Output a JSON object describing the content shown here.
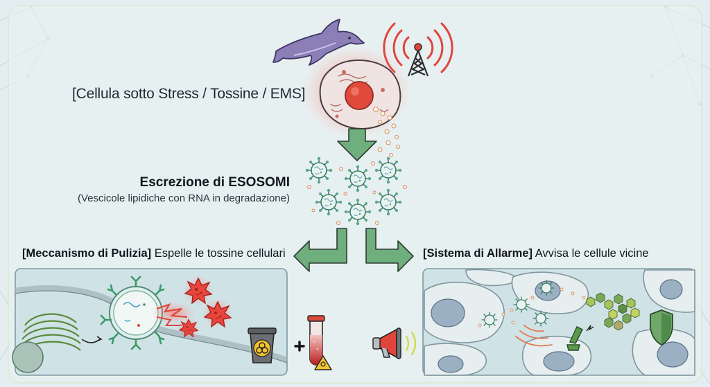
{
  "top": {
    "stress_label": "[Cellula sotto Stress / Tossine / EMS]",
    "icons": [
      "dolphin-icon",
      "radio-tower-icon",
      "stressed-cell-icon"
    ]
  },
  "exosomes": {
    "title": "Escrezione di ESOSOMI",
    "subtitle": "(Vescicole lipidiche con RNA in degradazione)"
  },
  "left_branch": {
    "tag": "[Meccanismo di Pulizia]",
    "text": "Espelle le tossine cellulari",
    "icons": [
      "golgi-icon",
      "exosome-receptor-icon",
      "toxin-icon",
      "biohazard-bin-icon",
      "plus-icon",
      "blood-test-tube-icon"
    ]
  },
  "right_branch": {
    "tag": "[Sistema di Allarme]",
    "text": "Avvisa le cellule vicine",
    "icons": [
      "megaphone-icon",
      "neighbor-cells-icon",
      "shield-icon"
    ]
  },
  "colors": {
    "arrow_green": "#6fae7d",
    "arrow_outline": "#2f3a33",
    "panel_bg": "#cfe2e6",
    "toxin_red": "#e4453c",
    "exosome_green": "#4f9a7c",
    "shield_green": "#6fa86a"
  }
}
